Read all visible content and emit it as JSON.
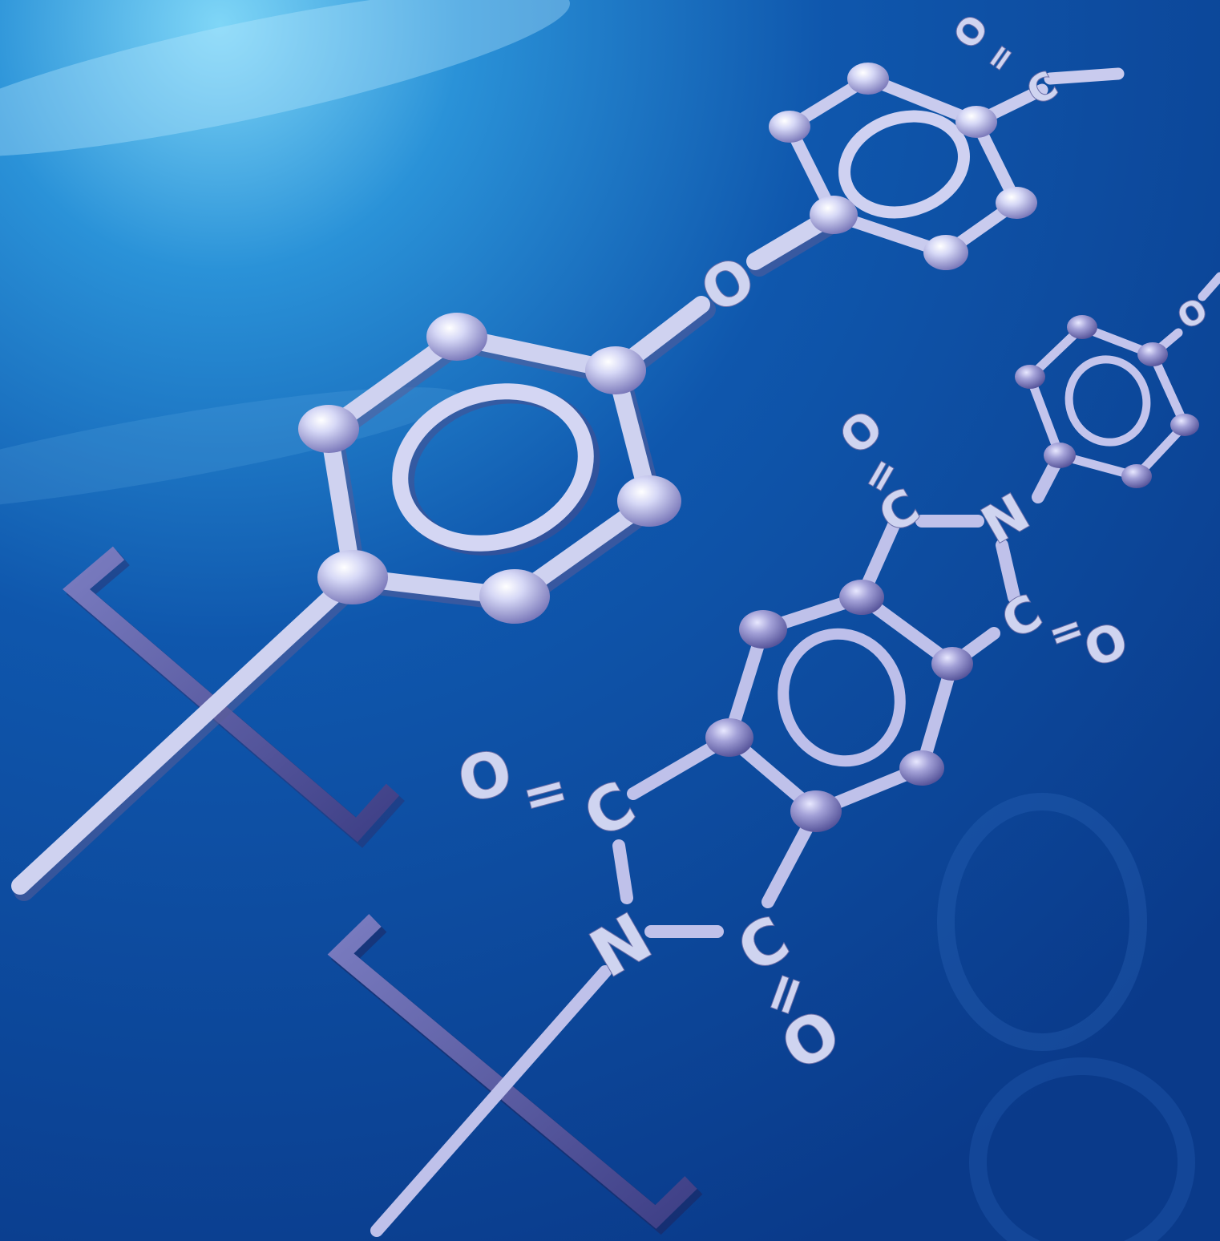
{
  "background": {
    "base": "#0a3f96",
    "glow": "#5cc4f2",
    "deep": "#0b3a8c"
  },
  "molecule": {
    "bond_color": "#cdd0ee",
    "bond_shadow": "#6d6fa6",
    "atom_light": "#eef0ff",
    "atom_dark": "#8a88c6",
    "bracket_color": "#4d4f96",
    "labels": {
      "ether_o_main": "O",
      "ether_o_right": "O",
      "carbonyl_o_1": "O",
      "carbonyl_o_2": "O",
      "carbonyl_o_3": "O",
      "carbonyl_o_4": "O",
      "carbonyl_o_top": "O",
      "carbon_1": "C",
      "carbon_2": "C",
      "carbon_3": "C",
      "carbon_4": "C",
      "carbon_top": "C",
      "nitrogen_1": "N",
      "nitrogen_2": "N",
      "double_bond_1": "=",
      "double_bond_2": "=",
      "double_bond_3": "=",
      "double_bond_4": "=",
      "double_bond_top": "="
    }
  }
}
